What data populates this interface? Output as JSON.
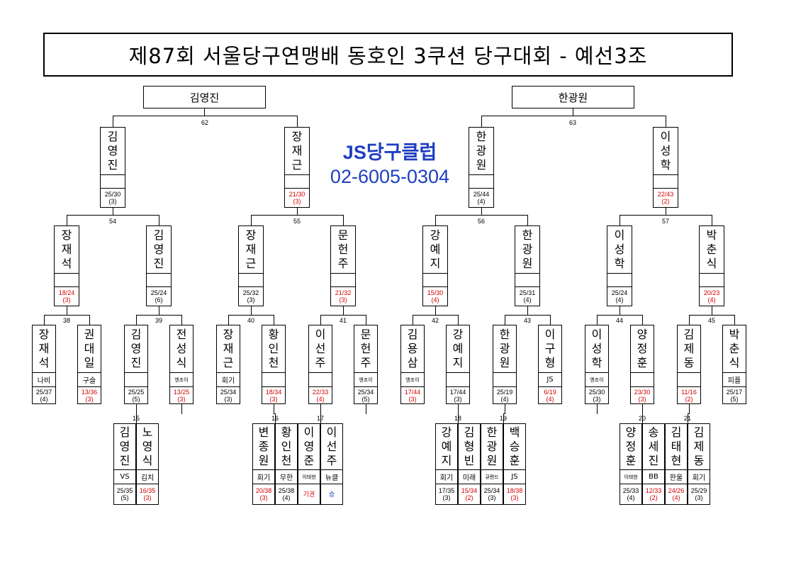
{
  "title": "제87회 서울당구연맹배 동호인 3쿠션 당구대회 - 예선3조",
  "sponsor": {
    "name": "JS당구클럽",
    "phone": "02-6005-0304"
  },
  "winners": [
    "김영진",
    "한광원"
  ],
  "rounds": {
    "r62": "62",
    "r63": "63",
    "r54": "54",
    "r55": "55",
    "r56": "56",
    "r57": "57",
    "r38": "38",
    "r39": "39",
    "r40": "40",
    "r41": "41",
    "r42": "42",
    "r43": "43",
    "r44": "44",
    "r45": "45",
    "r15": "15",
    "r16": "16",
    "r17": "17",
    "r18": "18",
    "r19": "19",
    "r20": "20",
    "r21": "21"
  },
  "semis": [
    {
      "name": "김영진",
      "score": "25/30",
      "inn": "(3)",
      "red": false
    },
    {
      "name": "장재근",
      "score": "21/30",
      "inn": "(3)",
      "red": true
    },
    {
      "name": "한광원",
      "score": "25/44",
      "inn": "(4)",
      "red": false
    },
    {
      "name": "이성학",
      "score": "22/43",
      "inn": "(2)",
      "red": true
    }
  ],
  "quarters": [
    {
      "name": "장재석",
      "score": "18/24",
      "inn": "(3)",
      "red": true
    },
    {
      "name": "김영진",
      "score": "25/24",
      "inn": "(6)",
      "red": false
    },
    {
      "name": "장재근",
      "score": "25/32",
      "inn": "(3)",
      "red": false
    },
    {
      "name": "문헌주",
      "score": "21/32",
      "inn": "(3)",
      "red": true
    },
    {
      "name": "강예지",
      "score": "15/30",
      "inn": "(4)",
      "red": true
    },
    {
      "name": "한광원",
      "score": "25/31",
      "inn": "(4)",
      "red": false
    },
    {
      "name": "이성학",
      "score": "25/24",
      "inn": "(4)",
      "red": false
    },
    {
      "name": "박춘식",
      "score": "20/23",
      "inn": "(4)",
      "red": true
    }
  ],
  "r16": [
    {
      "name": "장재석",
      "club": "나비",
      "score": "25/37",
      "inn": "(4)",
      "red": false,
      "small": false
    },
    {
      "name": "권대일",
      "club": "구슬",
      "score": "13/36",
      "inn": "(3)",
      "red": true,
      "small": false
    },
    {
      "name": "김영진",
      "club": "",
      "score": "25/25",
      "inn": "(5)",
      "red": false,
      "small": false
    },
    {
      "name": "전성식",
      "club": "엔조이",
      "score": "13/25",
      "inn": "(3)",
      "red": true,
      "small": true
    },
    {
      "name": "장재근",
      "club": "회기",
      "score": "25/34",
      "inn": "(3)",
      "red": false,
      "small": false
    },
    {
      "name": "황인천",
      "club": "",
      "score": "18/34",
      "inn": "(3)",
      "red": true,
      "small": false
    },
    {
      "name": "이선주",
      "club": "",
      "score": "22/33",
      "inn": "(4)",
      "red": true,
      "small": false
    },
    {
      "name": "문헌주",
      "club": "엔조이",
      "score": "25/34",
      "inn": "(5)",
      "red": false,
      "small": true
    },
    {
      "name": "김용삼",
      "club": "엔조이",
      "score": "17/44",
      "inn": "(3)",
      "red": true,
      "small": true
    },
    {
      "name": "강예지",
      "club": "",
      "score": "17/44",
      "inn": "(3)",
      "red": false,
      "small": false
    },
    {
      "name": "한광원",
      "club": "",
      "score": "25/19",
      "inn": "(4)",
      "red": false,
      "small": false
    },
    {
      "name": "이구형",
      "club": "JS",
      "score": "6/19",
      "inn": "(4)",
      "red": true,
      "small": false
    },
    {
      "name": "이성학",
      "club": "엔조이",
      "score": "25/30",
      "inn": "(3)",
      "red": false,
      "small": true
    },
    {
      "name": "양정훈",
      "club": "",
      "score": "23/30",
      "inn": "(3)",
      "red": true,
      "small": false
    },
    {
      "name": "김제동",
      "club": "",
      "score": "11/16",
      "inn": "(2)",
      "red": true,
      "small": false
    },
    {
      "name": "박춘식",
      "club": "피플",
      "score": "25/17",
      "inn": "(5)",
      "red": false,
      "small": false
    }
  ],
  "r32": [
    {
      "name": "김영진",
      "club": "VS",
      "score": "25/35",
      "inn": "(5)",
      "red": false,
      "small": false
    },
    {
      "name": "노영식",
      "club": "김치",
      "score": "16/35",
      "inn": "(3)",
      "red": true,
      "small": false
    },
    {
      "name": "변종원",
      "club": "회기",
      "score": "20/38",
      "inn": "(3)",
      "red": true,
      "small": false
    },
    {
      "name": "황인천",
      "club": "무한",
      "score": "25/38",
      "inn": "(4)",
      "red": false,
      "small": false
    },
    {
      "name": "이영준",
      "club": "이태현",
      "score": "기권",
      "inn": "",
      "red": true,
      "small": true
    },
    {
      "name": "이선주",
      "club": "뉴클",
      "score": "승",
      "inn": "",
      "red": false,
      "blue": true,
      "small": false
    },
    {
      "name": "강예지",
      "club": "회기",
      "score": "17/35",
      "inn": "(3)",
      "red": false,
      "small": false
    },
    {
      "name": "김형빈",
      "club": "미래",
      "score": "15/34",
      "inn": "(2)",
      "red": true,
      "small": false
    },
    {
      "name": "한광원",
      "club": "큐랜드",
      "score": "25/34",
      "inn": "(3)",
      "red": false,
      "small": true
    },
    {
      "name": "백승훈",
      "club": "JS",
      "score": "18/38",
      "inn": "(3)",
      "red": true,
      "small": false
    },
    {
      "name": "양정훈",
      "club": "이태현",
      "score": "25/33",
      "inn": "(4)",
      "red": false,
      "small": true
    },
    {
      "name": "송세진",
      "club": "BB",
      "score": "12/33",
      "inn": "(2)",
      "red": true,
      "small": false
    },
    {
      "name": "김태현",
      "club": "한울",
      "score": "24/26",
      "inn": "(4)",
      "red": true,
      "small": false
    },
    {
      "name": "김제동",
      "club": "회기",
      "score": "25/29",
      "inn": "(3)",
      "red": false,
      "small": false
    }
  ]
}
